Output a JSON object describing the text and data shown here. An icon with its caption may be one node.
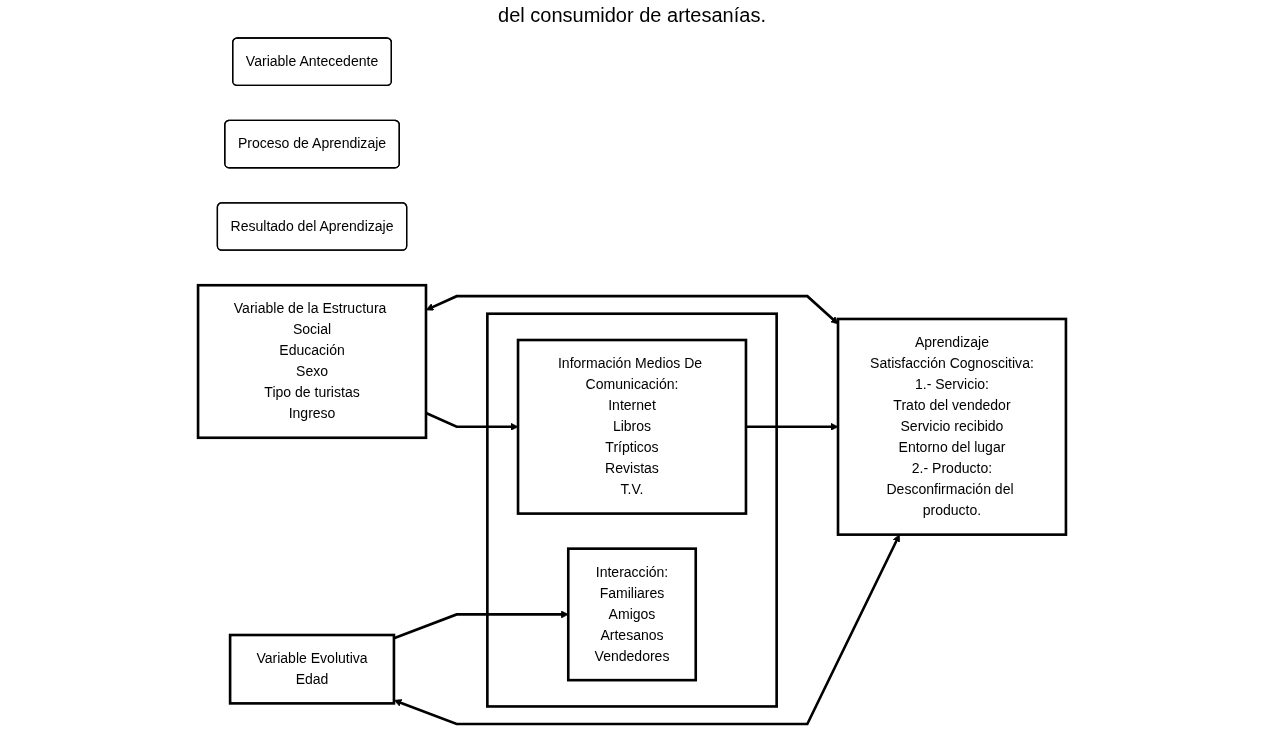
{
  "diagram": {
    "title": "del consumidor de artesanías.",
    "nodes": [
      {
        "text": [
          "Variable Antecedente"
        ]
      },
      {
        "text": [
          "Proceso de Aprendizaje"
        ]
      },
      {
        "text": [
          "Resultado del Aprendizaje"
        ]
      },
      {
        "text": [
          "Variable de la Estructura Social",
          "Educación",
          "Sexo",
          "Tipo de turistas",
          "Ingreso"
        ]
      },
      {
        "text": [],
        "shape": "box"
      },
      {
        "text": [
          "Información Medios De Comunicación:",
          "Internet",
          "Libros",
          "Trípticos",
          "Revistas",
          "T.V."
        ],
        "in": 4
      },
      {
        "text": [
          "Interacción:",
          "Familiares",
          "Amigos",
          "Artesanos",
          "Vendedores"
        ],
        "in": 4
      },
      {
        "text": [
          "Aprendizaje",
          "Satisfacción Cognoscitiva:",
          "1.- Servicio:",
          "Trato del vendedor",
          "Servicio recibido",
          "Entorno del lugar",
          "2.- Producto:",
          "Desconfirmación del producto."
        ]
      },
      {
        "text": [
          "Variable Evolutiva",
          "Edad"
        ]
      }
    ],
    "edges": [
      {
        "from": 3,
        "to": 7,
        "arrow": "both"
      },
      {
        "from": 3,
        "to": 5,
        "arrow": "to"
      },
      {
        "from": 5,
        "to": 7,
        "arrow": "to"
      },
      {
        "from": 8,
        "to": 6,
        "arrow": "to"
      },
      {
        "from": 8,
        "to": 7,
        "arrow": "both"
      }
    ]
  }
}
